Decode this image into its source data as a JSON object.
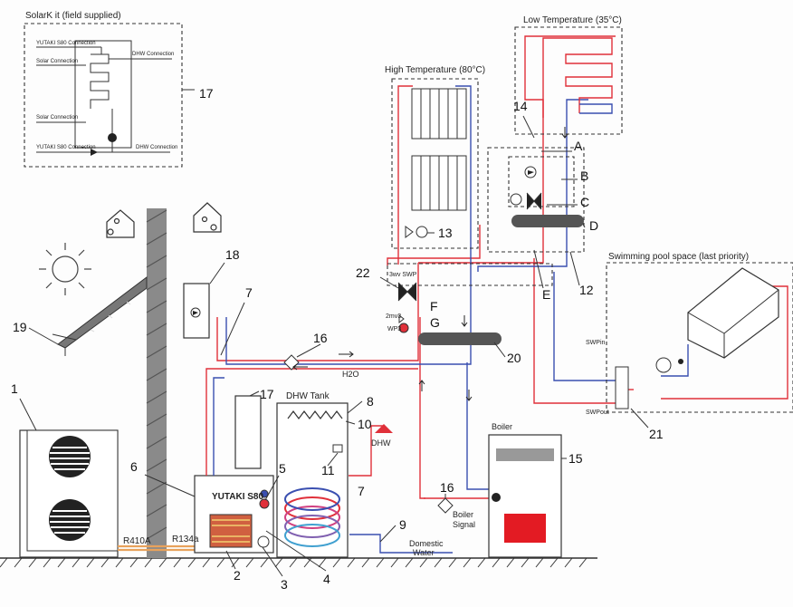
{
  "solar_kit": {
    "title": "SolarK it (field supplied)",
    "yutaki_top": "YUTAKI S80 Connection",
    "solar_top": "Solar Connection",
    "dhw_top": "DHW Connection",
    "solar_bottom": "Solar Connection",
    "yutaki_bottom": "YUTAKI S80 Connection",
    "dhw_bottom": "DHW Connection"
  },
  "zones": {
    "low_temp": "Low Temperature (35°C)",
    "high_temp": "High Temperature (80°C)",
    "pool": "Swimming pool space (last priority)"
  },
  "labels": {
    "dhw_tank": "DHW Tank",
    "dhw": "DHW",
    "h2o": "H2O",
    "yutaki": "YUTAKI S80",
    "r410a": "R410A",
    "r134a": "R134a",
    "boiler": "Boiler",
    "boiler_signal_1": "Boiler",
    "boiler_signal_2": "Signal",
    "domestic_1": "Domestic",
    "domestic_2": "Water",
    "three_way": "3wv SWP",
    "twomv": "2mv3",
    "wp3": "WP3",
    "swp_in": "SWPin",
    "swp_out": "SWPout"
  },
  "letters": {
    "A": "A",
    "B": "B",
    "C": "C",
    "D": "D",
    "E": "E",
    "F": "F",
    "G": "G"
  },
  "numbers": {
    "n1": "1",
    "n2": "2",
    "n3": "3",
    "n4": "4",
    "n5": "5",
    "n6": "6",
    "n7a": "7",
    "n7b": "7",
    "n8": "8",
    "n9": "9",
    "n10": "10",
    "n11": "11",
    "n12": "12",
    "n13": "13",
    "n14": "14",
    "n15": "15",
    "n16a": "16",
    "n16b": "16",
    "n17a": "17",
    "n17b": "17",
    "n18": "18",
    "n19": "19",
    "n20": "20",
    "n21": "21",
    "n22": "22"
  },
  "colors": {
    "hot": "#e0303a",
    "cold": "#3a4fb0",
    "refrigerant": "#e8a25c",
    "boiler_burner": "#e31b23"
  }
}
